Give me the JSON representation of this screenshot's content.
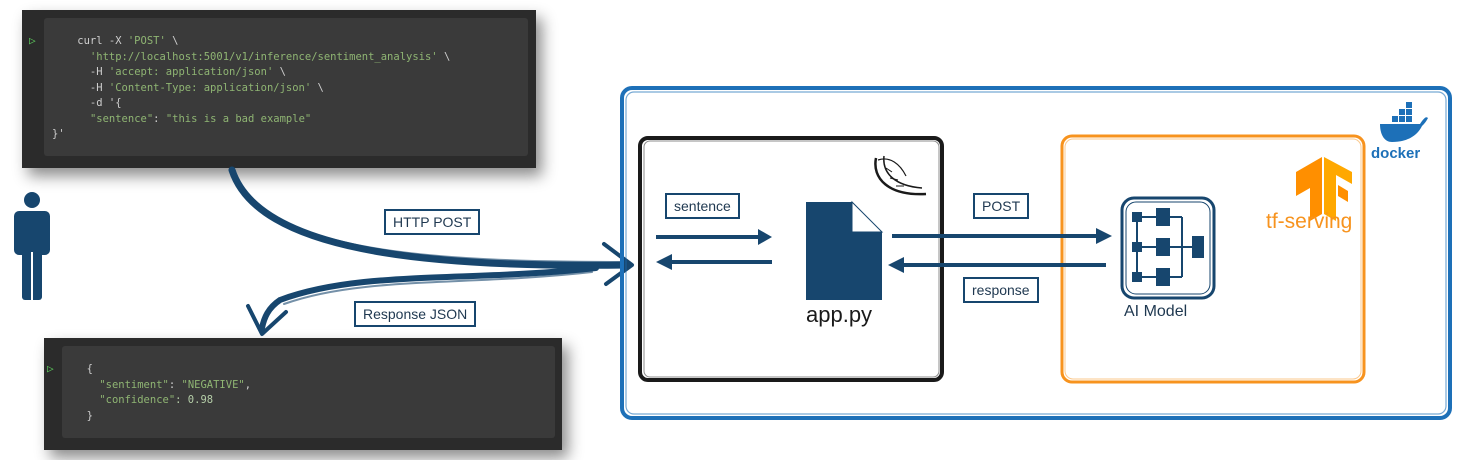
{
  "request_terminal": {
    "lines": [
      "    curl -X 'POST' \\",
      "      'http://localhost:5001/v1/inference/sentiment_analysis' \\",
      "      -H 'accept: application/json' \\",
      "      -H 'Content-Type: application/json' \\",
      "      -d '{",
      "      \"sentence\": \"this is a bad example\"",
      "}'"
    ]
  },
  "response_terminal": {
    "lines": [
      "  {",
      "    \"sentiment\": \"NEGATIVE\",",
      "    \"confidence\": 0.98",
      "  }"
    ]
  },
  "labels": {
    "http_post": "HTTP POST",
    "response_json": "Response JSON",
    "sentence": "sentence",
    "post": "POST",
    "response": "response",
    "app": "app.py",
    "model": "AI Model",
    "tf_serving": "tf-serving",
    "docker": "docker"
  },
  "colors": {
    "docker_blue": "#1d70b8",
    "flask_border": "#1a1a1a",
    "tf_orange": "#f7931e",
    "arrow_navy": "#17466e",
    "terminal_bg": "#2b2b2b"
  },
  "icons": {
    "user": "person-icon",
    "flask": "flask-horn-icon",
    "tensorflow": "tensorflow-logo",
    "docker": "docker-whale-logo",
    "model": "neural-network-icon",
    "file": "file-icon"
  }
}
